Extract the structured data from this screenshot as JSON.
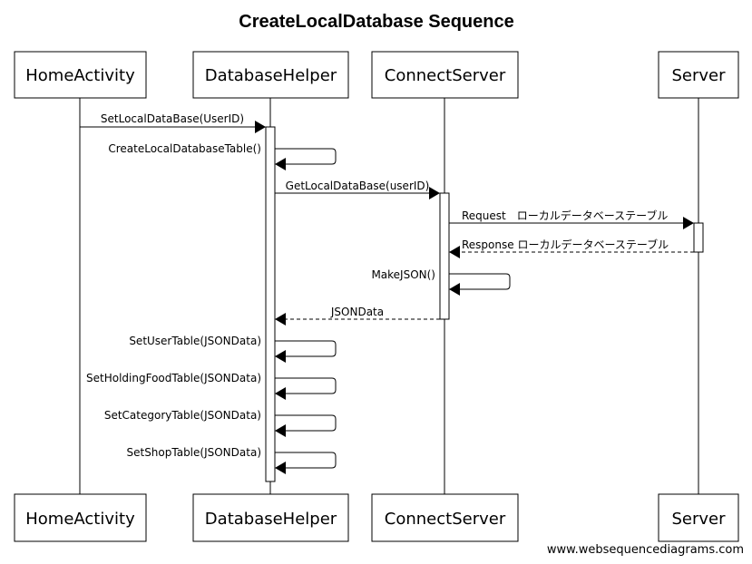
{
  "title": "CreateLocalDatabase Sequence",
  "footer": "www.websequencediagrams.com",
  "participants": [
    {
      "id": "home",
      "label": "HomeActivity"
    },
    {
      "id": "db",
      "label": "DatabaseHelper"
    },
    {
      "id": "conn",
      "label": "ConnectServer"
    },
    {
      "id": "server",
      "label": "Server"
    }
  ],
  "messages": [
    {
      "from": "home",
      "to": "db",
      "label": "SetLocalDataBase(UserID)",
      "style": "solid"
    },
    {
      "from": "db",
      "to": "db",
      "label": "CreateLocalDatabaseTable()",
      "style": "solid"
    },
    {
      "from": "db",
      "to": "conn",
      "label": "GetLocalDataBase(userID)",
      "style": "solid"
    },
    {
      "from": "conn",
      "to": "server",
      "label": "Request　ローカルデータベーステーブル",
      "style": "solid"
    },
    {
      "from": "server",
      "to": "conn",
      "label": "Response ローカルデータベーステーブル",
      "style": "dashed"
    },
    {
      "from": "conn",
      "to": "conn",
      "label": "MakeJSON()",
      "style": "solid"
    },
    {
      "from": "conn",
      "to": "db",
      "label": "JSONData",
      "style": "dashed"
    },
    {
      "from": "db",
      "to": "db",
      "label": "SetUserTable(JSONData)",
      "style": "solid"
    },
    {
      "from": "db",
      "to": "db",
      "label": "SetHoldingFoodTable(JSONData)",
      "style": "solid"
    },
    {
      "from": "db",
      "to": "db",
      "label": "SetCategoryTable(JSONData)",
      "style": "solid"
    },
    {
      "from": "db",
      "to": "db",
      "label": "SetShopTable(JSONData)",
      "style": "solid"
    }
  ]
}
